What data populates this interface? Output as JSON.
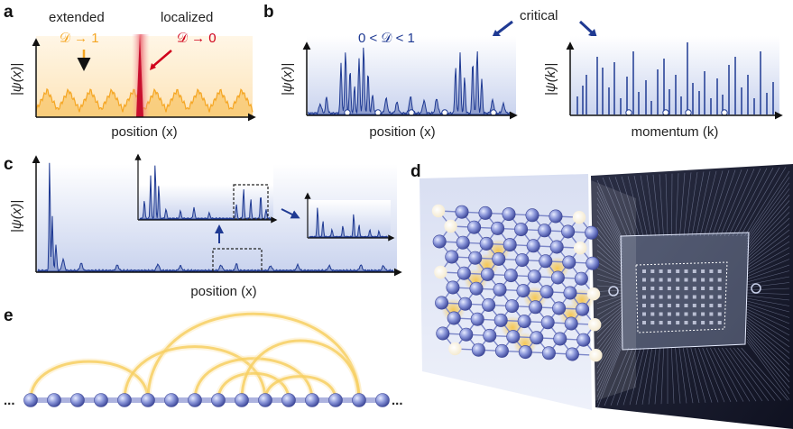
{
  "panel_a": {
    "letter": "a",
    "left_title": "extended",
    "left_formula": "𝒟 → 1",
    "right_title": "localized",
    "right_formula": "𝒟 → 0",
    "ylabel": "|ψ(x)|",
    "xlabel": "position (x)",
    "colors": {
      "extended": "#f5a623",
      "localized": "#d0021b"
    }
  },
  "panel_b": {
    "letter": "b",
    "critical_label": "critical",
    "formula": "0 < 𝒟 < 1",
    "left_ylabel": "|ψ(x)|",
    "left_xlabel": "position (x)",
    "right_ylabel": "|ψ(k)|",
    "right_xlabel": "momentum (k)",
    "color": "#1f3a93"
  },
  "panel_c": {
    "letter": "c",
    "ylabel": "|ψ(x)|",
    "xlabel": "position (x)"
  },
  "panel_d": {
    "letter": "d"
  },
  "panel_e": {
    "letter": "e",
    "left_ellipsis": "...",
    "right_ellipsis": "...",
    "node_count": 16,
    "arc_color": "#f5c542"
  }
}
